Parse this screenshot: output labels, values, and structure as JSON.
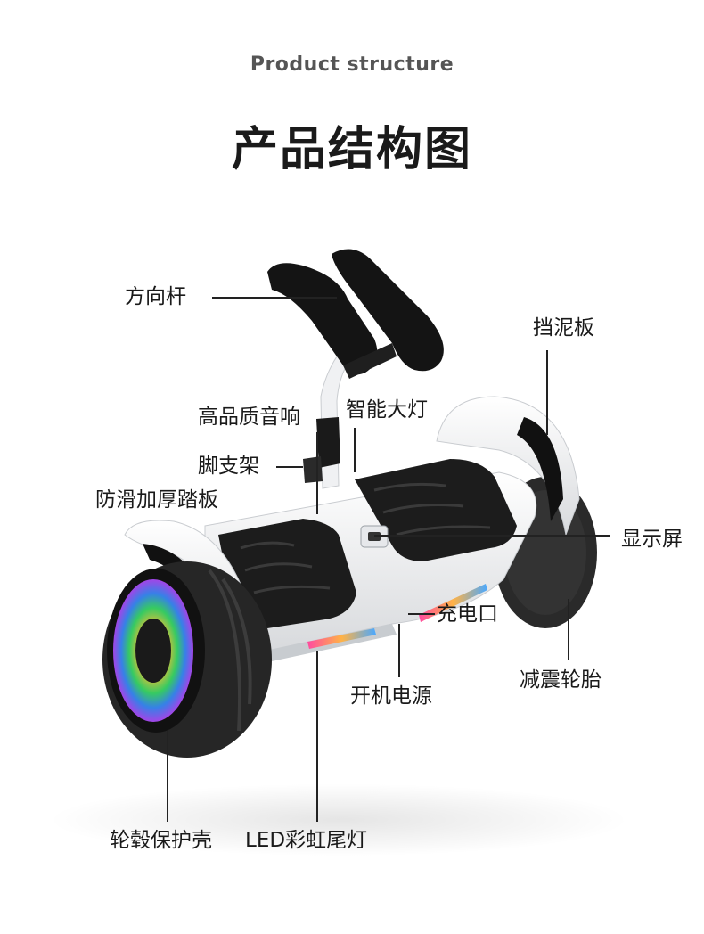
{
  "header": {
    "subtitle": "Product structure",
    "title": "产品结构图"
  },
  "labels": {
    "steering_rod": "方向杆",
    "fender": "挡泥板",
    "speaker": "高品质音响",
    "headlight": "智能大灯",
    "kickstand": "脚支架",
    "pedal": "防滑加厚踏板",
    "display": "显示屏",
    "charge_port": "充电口",
    "shock_tire": "减震轮胎",
    "power": "开机电源",
    "hub_cover": "轮毂保护壳",
    "led_tail": "LED彩虹尾灯"
  },
  "colors": {
    "body": "#f4f5f6",
    "pad": "#1c1c1c",
    "tire": "#2a2a2a",
    "handle": "#111111"
  }
}
